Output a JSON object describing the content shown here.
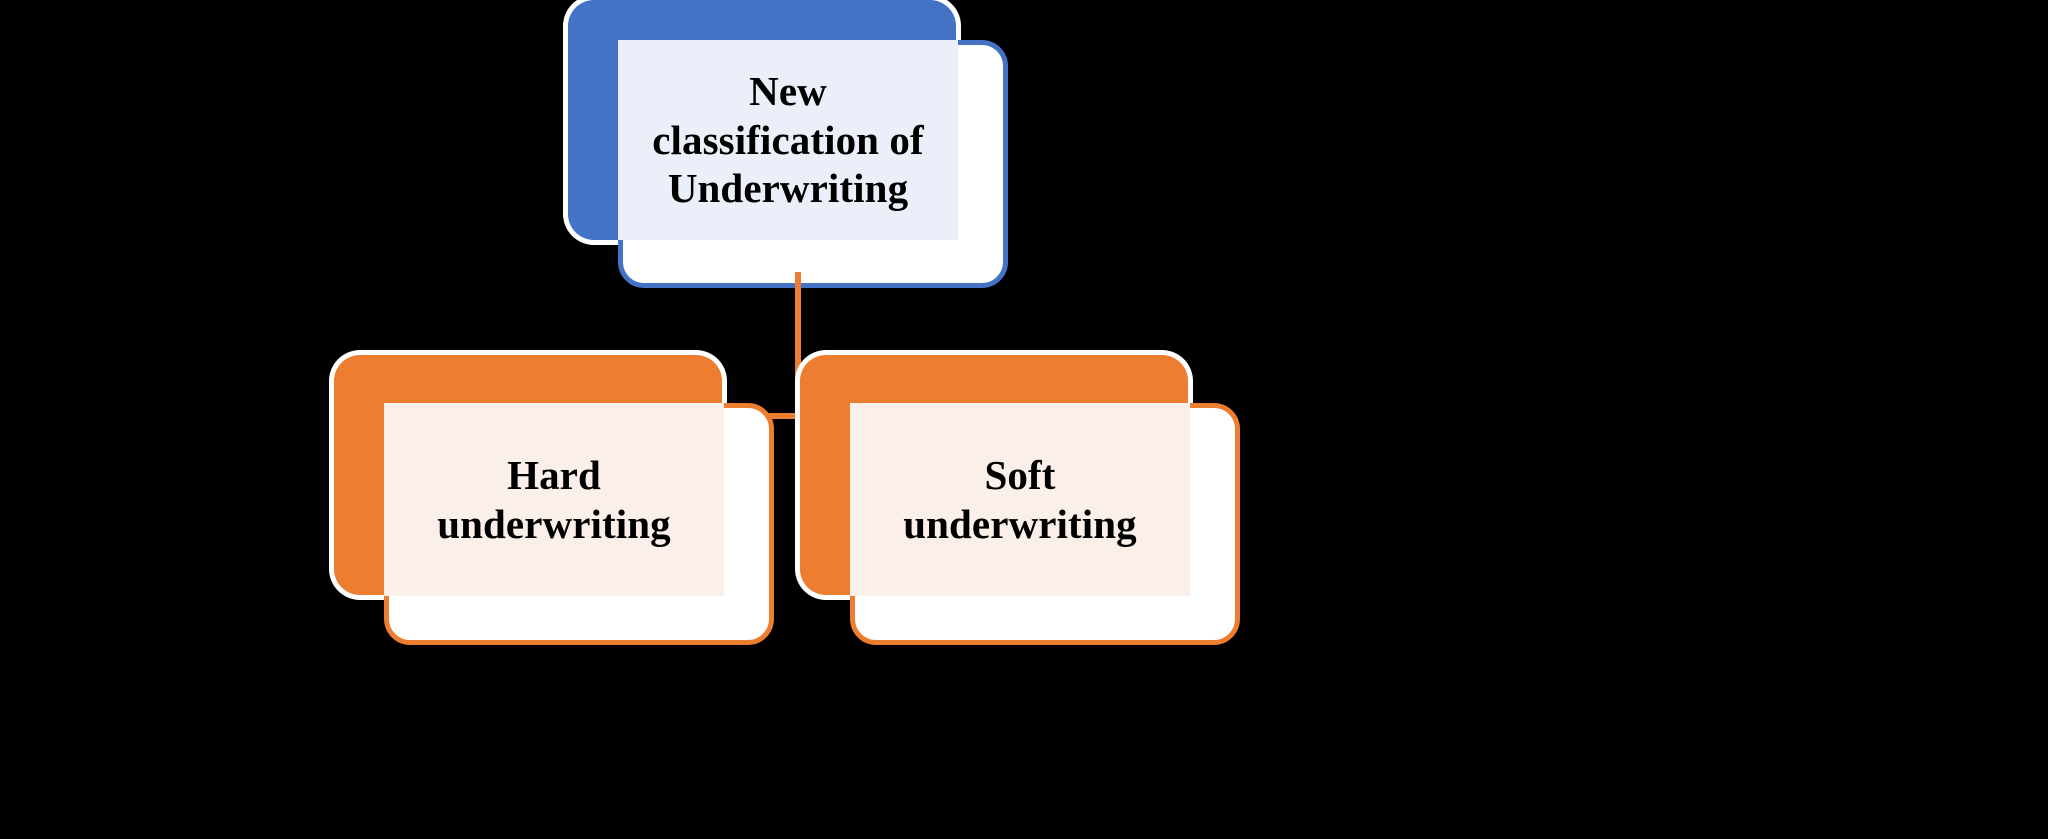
{
  "diagram": {
    "title": "New classification of Underwriting",
    "type": "hierarchy-tree",
    "background_color": "#000000",
    "nodes": {
      "root": {
        "label": "New\nclassification of\nUnderwriting",
        "accent_color": "#4472C4",
        "panel_color": "#EAEFF9",
        "card_color": "#FFFFFF",
        "text_color": "#000000"
      },
      "left_child": {
        "label": "Hard\nunderwriting",
        "accent_color": "#ED7D31",
        "panel_color": "#FBEFE9",
        "card_color": "#FFFFFF",
        "text_color": "#000000"
      },
      "right_child": {
        "label": "Soft\nunderwriting",
        "accent_color": "#ED7D31",
        "panel_color": "#FBEFE9",
        "card_color": "#FFFFFF",
        "text_color": "#000000"
      }
    },
    "connectors": {
      "color": "#ED7D31",
      "edges": [
        {
          "from": "root",
          "to": "left_child"
        },
        {
          "from": "root",
          "to": "right_child"
        }
      ]
    }
  }
}
